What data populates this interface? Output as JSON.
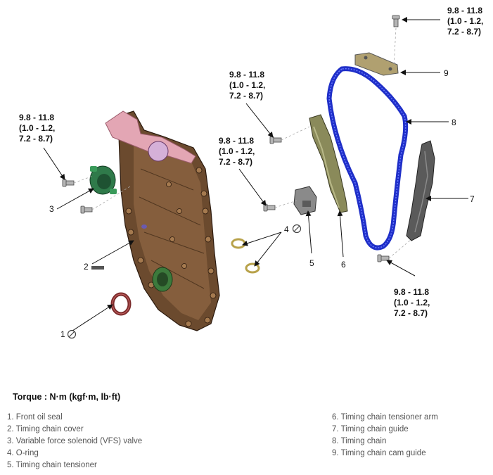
{
  "torque_specs": {
    "top_right": {
      "line1": "9.8 - 11.8",
      "line2": "(1.0 - 1.2,",
      "line3": "7.2 - 8.7)"
    },
    "upper_middle": {
      "line1": "9.8 - 11.8",
      "line2": "(1.0 - 1.2,",
      "line3": "7.2 - 8.7)"
    },
    "middle": {
      "line1": "9.8 - 11.8",
      "line2": "(1.0 - 1.2,",
      "line3": "7.2 - 8.7)"
    },
    "left": {
      "line1": "9.8 - 11.8",
      "line2": "(1.0 - 1.2,",
      "line3": "7.2 - 8.7)"
    },
    "bottom_right": {
      "line1": "9.8 - 11.8",
      "line2": "(1.0 - 1.2,",
      "line3": "7.2 - 8.7)"
    }
  },
  "callouts": {
    "c1": "1",
    "c2": "2",
    "c3": "3",
    "c4": "4",
    "c5": "5",
    "c6": "6",
    "c7": "7",
    "c8": "8",
    "c9": "9"
  },
  "torque_title": "Torque : N·m (kgf·m, lb·ft)",
  "legend_left": [
    "1. Front oil seal",
    "2. Timing chain cover",
    "3. Variable force solenoid (VFS) valve",
    "4. O-ring",
    "5. Timing chain tensioner"
  ],
  "legend_right": [
    "6. Timing chain tensioner arm",
    "7. Timing chain guide",
    "8. Timing chain",
    "9. Timing chain cam guide"
  ],
  "colors": {
    "cover": "#6b4a2e",
    "cover_highlight": "#a57a4f",
    "cover_pink": "#e3a6b4",
    "vfs_valve": "#2f7a4a",
    "chain": "#1f2fc8",
    "oil_seal": "#7a2a2a",
    "o_ring": "#b8a24a",
    "guide": "#5a5a5a",
    "tensioner_arm": "#8a8a5a"
  }
}
